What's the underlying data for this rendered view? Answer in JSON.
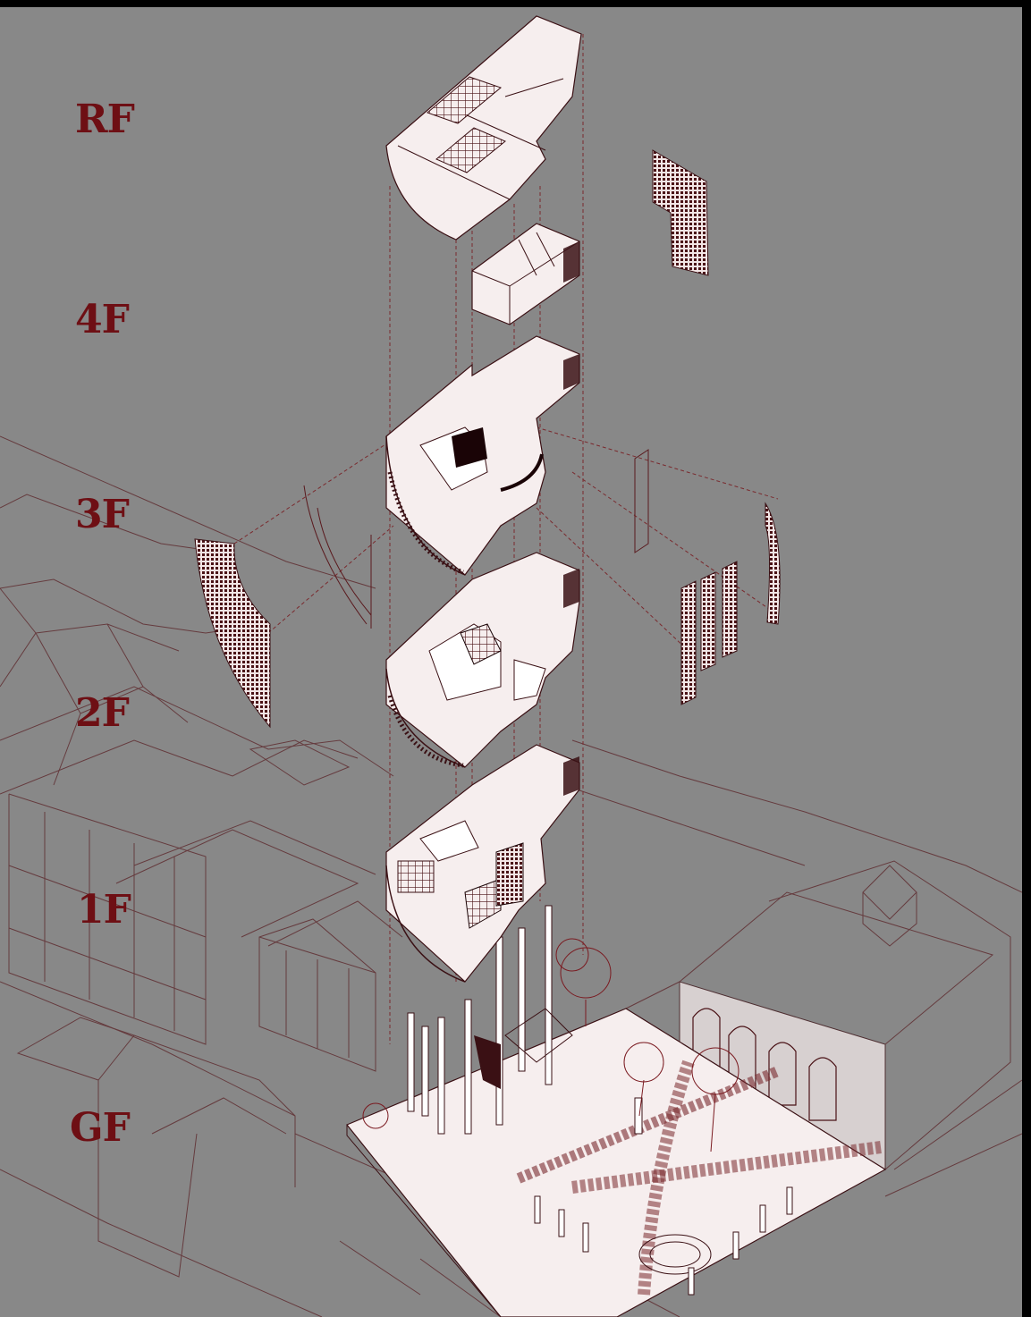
{
  "floors": [
    {
      "id": "rf",
      "label": "RF"
    },
    {
      "id": "4f",
      "label": "4F"
    },
    {
      "id": "3f",
      "label": "3F"
    },
    {
      "id": "2f",
      "label": "2F"
    },
    {
      "id": "1f",
      "label": "1F"
    },
    {
      "id": "gf",
      "label": "GF"
    }
  ],
  "colors": {
    "background": "#888888",
    "frame": "#000000",
    "label": "#6e0f14",
    "line": "#5a1a1e",
    "plate": "#f6eeee",
    "shade": "#e9dcdc",
    "accent": "#7a2a2e"
  }
}
